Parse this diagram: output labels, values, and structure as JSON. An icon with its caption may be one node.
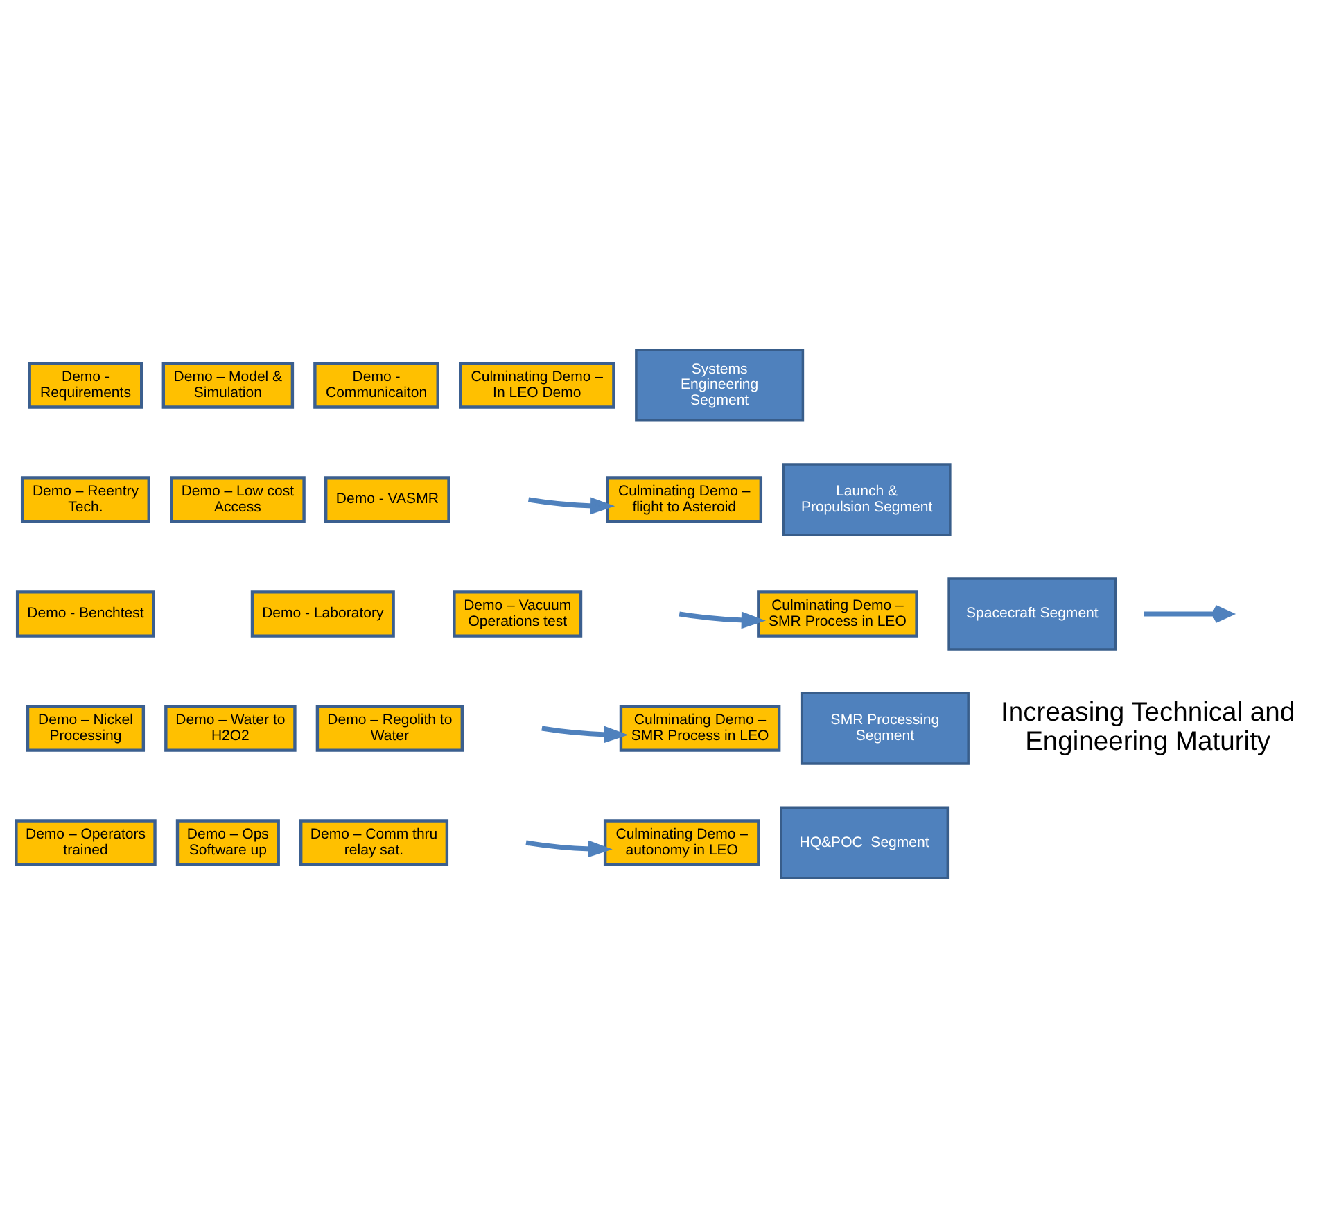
{
  "diagram": {
    "nodes": [
      {
        "text": [
          "Demo - Requirements"
        ]
      },
      {
        "text": [
          "Demo – Model & Simulation"
        ]
      },
      {
        "text": [
          "Demo - Communicaiton"
        ]
      },
      {
        "text": [
          "Culminating Demo – In LEO Demo"
        ]
      },
      {
        "text": [
          "Systems Engineering Segment"
        ]
      },
      {
        "text": [
          "Demo – Reentry Tech."
        ]
      },
      {
        "text": [
          "Demo – Low cost Access"
        ]
      },
      {
        "text": [
          "Demo - VASMR"
        ]
      },
      {
        "text": [
          "Culminating Demo – flight to Asteroid"
        ]
      },
      {
        "text": [
          "Launch & Propulsion Segment"
        ]
      },
      {
        "text": [
          "Demo - Benchtest"
        ]
      },
      {
        "text": [
          "Demo - Laboratory"
        ]
      },
      {
        "text": [
          "Demo – Vacuum Operations test"
        ]
      },
      {
        "text": [
          "Culminating Demo – SMR Process in LEO"
        ]
      },
      {
        "text": [
          "Spacecraft Segment"
        ]
      },
      {
        "text": [
          "Demo – Nickel Processing"
        ]
      },
      {
        "text": [
          "Demo – Water to H2O2"
        ]
      },
      {
        "text": [
          "Demo – Regolith to Water"
        ]
      },
      {
        "text": [
          "Culminating Demo – SMR Process in LEO"
        ]
      },
      {
        "text": [
          "SMR Processing Segment"
        ]
      },
      {
        "text": [
          "Demo – Operators trained"
        ]
      },
      {
        "text": [
          "Demo – Ops Software up"
        ]
      },
      {
        "text": [
          "Demo – Comm thru relay sat."
        ]
      },
      {
        "text": [
          "Culminating Demo – autonomy in LEO"
        ]
      },
      {
        "text": [
          "HQ&POC  Segment"
        ]
      }
    ],
    "edges": [
      {
        "from": null,
        "to": 8,
        "arrow": "to"
      },
      {
        "from": null,
        "to": 13,
        "arrow": "to"
      },
      {
        "from": null,
        "to": 18,
        "arrow": "to"
      },
      {
        "from": null,
        "to": 23,
        "arrow": "to"
      }
    ],
    "labels": [
      "Increasing Technical and Engineering Maturity"
    ]
  }
}
